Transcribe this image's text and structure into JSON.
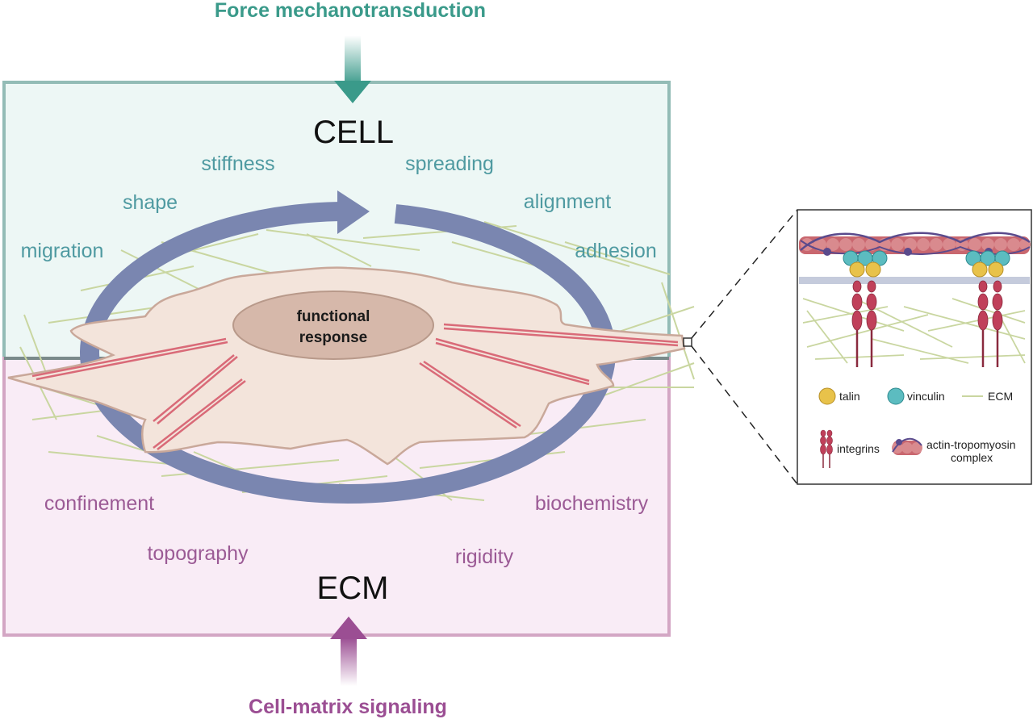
{
  "headings": {
    "top": "Force mechanotransduction",
    "bottom": "Cell-matrix signaling"
  },
  "regions": {
    "cell": "CELL",
    "ecm": "ECM"
  },
  "cell_labels": {
    "stiffness": "stiffness",
    "spreading": "spreading",
    "shape": "shape",
    "alignment": "alignment",
    "migration": "migration",
    "adhesion": "adhesion"
  },
  "ecm_labels": {
    "confinement": "confinement",
    "biochemistry": "biochemistry",
    "topography": "topography",
    "rigidity": "rigidity"
  },
  "center": {
    "line1": "functional",
    "line2": "response"
  },
  "legend": {
    "talin": "talin",
    "vinculin": "vinculin",
    "ecm": "ECM",
    "integrins": "integrins",
    "actin_line1": "actin-tropomyosin",
    "actin_line2": "complex"
  },
  "colors": {
    "cell_bg": "#edf7f5",
    "cell_border": "#93bcb6",
    "ecm_bg": "#f9ecf6",
    "ecm_border": "#d3a6c4",
    "cycle_arrow": "#7a86b0",
    "cell_body": "#f3e4db",
    "nucleus": "#d6b8aa",
    "fiber": "#c9d6a0",
    "actin": "#d96a78",
    "talin": "#e8c24a",
    "vinculin": "#5cbcc0",
    "integrin": "#c0405a"
  }
}
